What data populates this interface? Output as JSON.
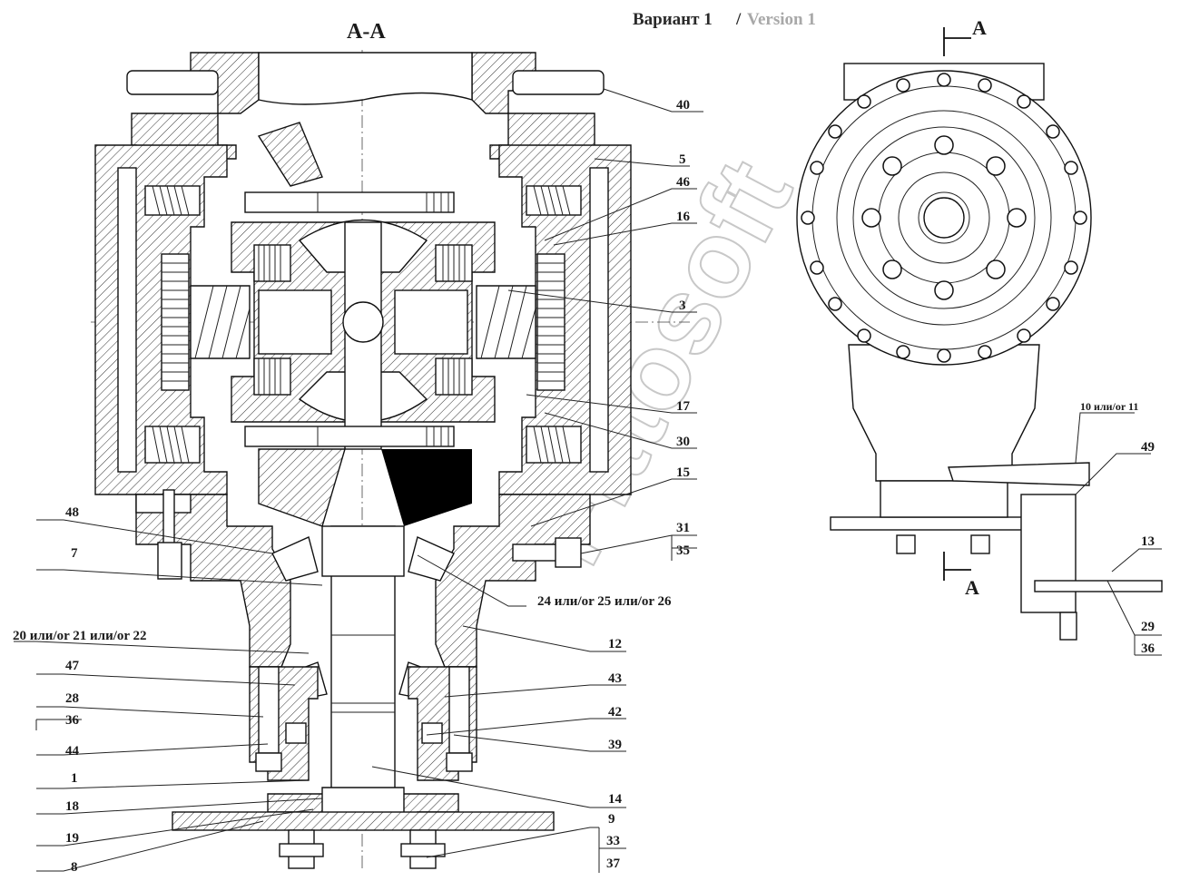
{
  "header": {
    "variant_ru": "Вариант 1",
    "separator": "/",
    "variant_en": "Version 1"
  },
  "section_title": "A-A",
  "section_marks": {
    "top": "A",
    "bottom": "A"
  },
  "watermark": "Fittosoft",
  "callouts": {
    "c40": "40",
    "c5": "5",
    "c46": "46",
    "c16": "16",
    "c3": "3",
    "c17": "17",
    "c30": "30",
    "c15": "15",
    "c31": "31",
    "c35": "35",
    "c48": "48",
    "c7": "7",
    "c24": "24 или/or 25 или/or 26",
    "c20": "20 или/or 21 или/or 22",
    "c12": "12",
    "c47": "47",
    "c43": "43",
    "c28": "28",
    "c36a": "36",
    "c42": "42",
    "c44": "44",
    "c39": "39",
    "c1": "1",
    "c14": "14",
    "c18": "18",
    "c9": "9",
    "c19": "19",
    "c33": "33",
    "c8": "8",
    "c37": "37",
    "c10": "10 или/or 11",
    "c49": "49",
    "c13": "13",
    "c29": "29",
    "c36b": "36"
  }
}
